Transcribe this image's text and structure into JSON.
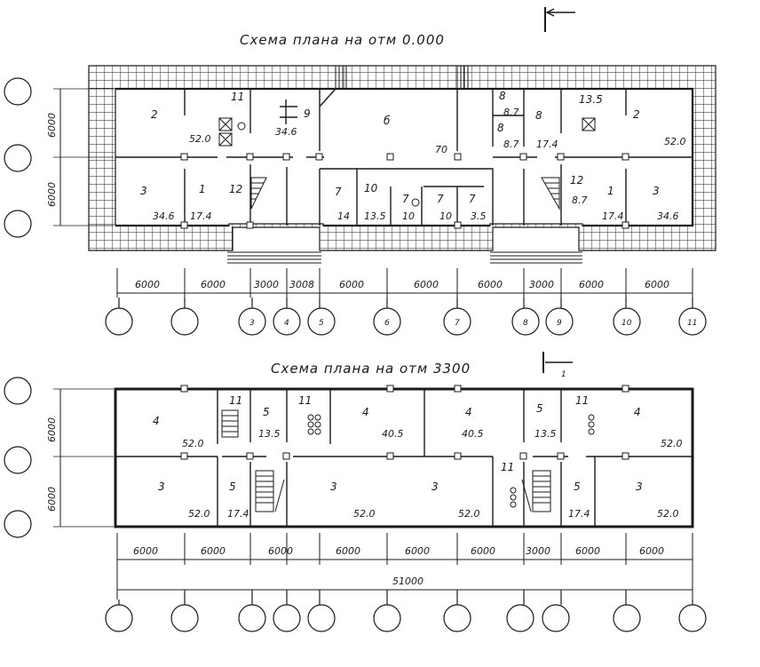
{
  "plan_upper": {
    "title": "Схема плана на отм 0.000",
    "section_mark": "",
    "rooms": [
      "2",
      "11",
      "9",
      "б",
      "8",
      "8",
      "8",
      "13.5",
      "2",
      "3",
      "1",
      "12",
      "7",
      "10",
      "7",
      "7",
      "7",
      "12",
      "1",
      "3"
    ],
    "areas": [
      "52.0",
      "34.6",
      "8.7",
      "8.7",
      "70",
      "17.4",
      "52.0",
      "34.6",
      "17.4",
      "14",
      "13.5",
      "10",
      "10",
      "3.5",
      "8.7",
      "17.4",
      "34.6"
    ],
    "dims_left": [
      "6000",
      "6000"
    ],
    "dims_bottom": [
      "6000",
      "6000",
      "3000",
      "3008",
      "6000",
      "6000",
      "6000",
      "3000",
      "6000",
      "6000"
    ],
    "axes": [
      "",
      "",
      "3",
      "4",
      "5",
      "6",
      "7",
      "8",
      "9",
      "10",
      "11"
    ]
  },
  "plan_lower": {
    "title": "Схема плана на отм 3300",
    "section_mark": "1",
    "rooms": [
      "4",
      "11",
      "5",
      "11",
      "4",
      "4",
      "5",
      "11",
      "4",
      "3",
      "5",
      "3",
      "3",
      "11",
      "5",
      "3"
    ],
    "areas": [
      "52.0",
      "13.5",
      "40.5",
      "40.5",
      "13.5",
      "52.0",
      "52.0",
      "17.4",
      "52.0",
      "52.0",
      "17.4",
      "52.0"
    ],
    "dims_left": [
      "6000",
      "6000"
    ],
    "dims_bottom": [
      "6000",
      "6000",
      "6000",
      "6000",
      "6000",
      "6000",
      "3000",
      "6000",
      "6000"
    ],
    "total": "51000"
  },
  "colors": {
    "ink": "#1a1a1a",
    "paper": "#ffffff"
  }
}
